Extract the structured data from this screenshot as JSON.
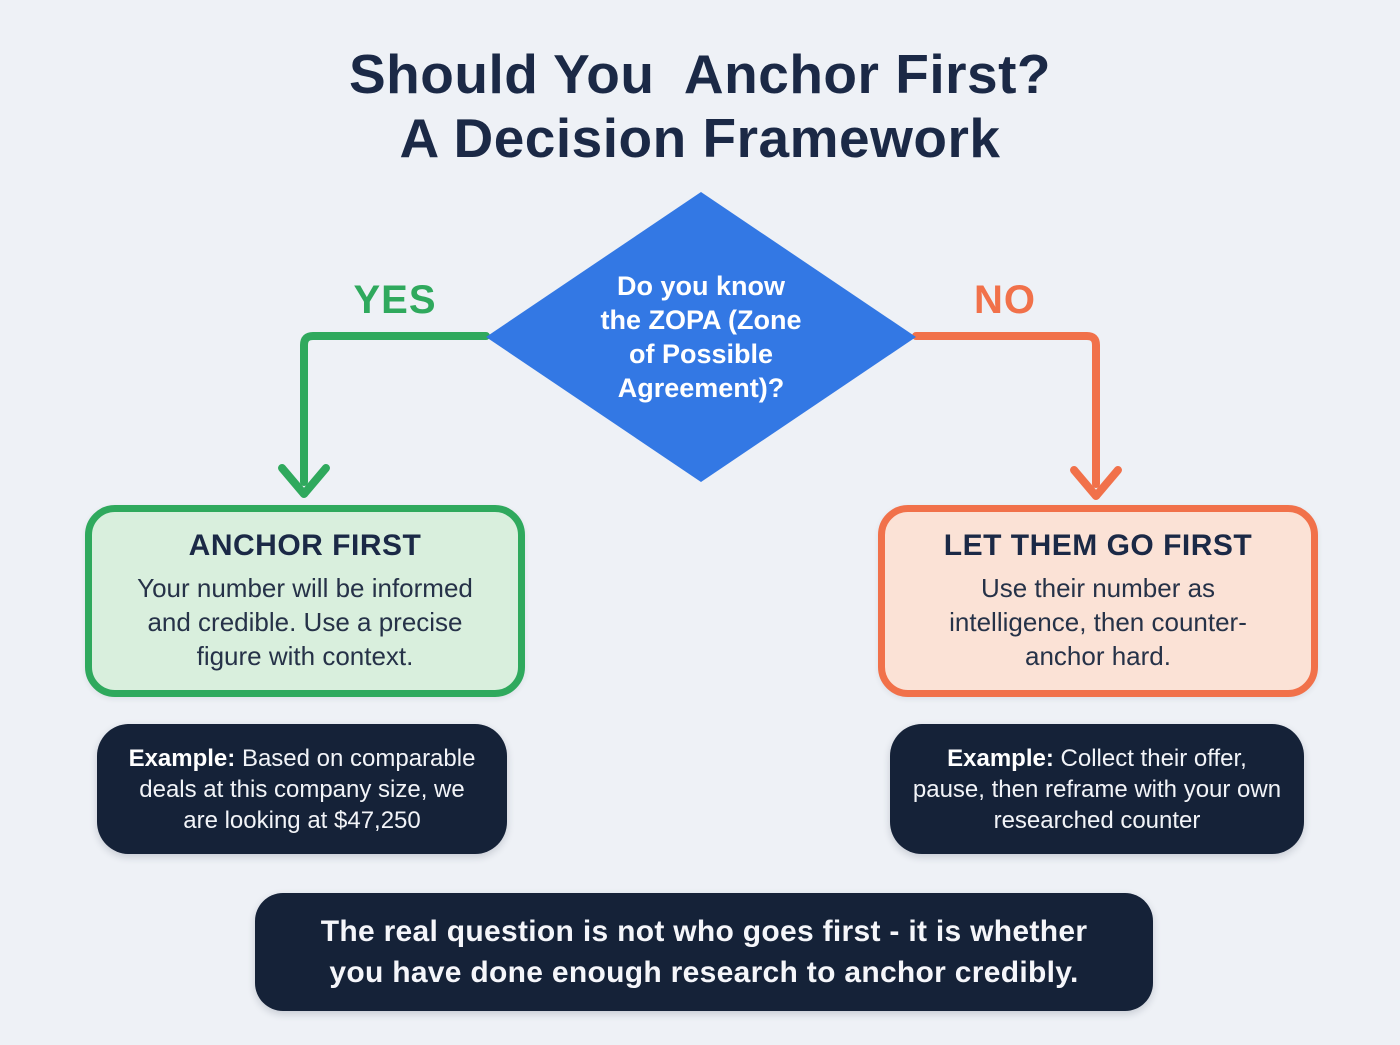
{
  "title": {
    "line1": "Should You  Anchor First?",
    "line2": "A Decision Framework"
  },
  "decision_node": {
    "question": "Do you know\nthe ZOPA (Zone\nof Possible\nAgreement)?"
  },
  "branch_yes": {
    "label": "YES",
    "box_title": "ANCHOR FIRST",
    "box_body": "Your number will be informed\nand credible. Use a precise\nfigure with context.",
    "example_label": "Example:",
    "example_text": " Based on comparable deals at this company size, we are looking at $47,250"
  },
  "branch_no": {
    "label": "NO",
    "box_title": "LET THEM GO FIRST",
    "box_body": "Use their number as\nintelligence, then counter-\nanchor hard.",
    "example_label": "Example:",
    "example_text": " Collect their offer, pause, then reframe with your own researched counter"
  },
  "footer": {
    "text": "The real question is not who goes first - it is whether\nyou have done enough research to anchor credibly."
  },
  "colors": {
    "background": "#eef1f6",
    "title_navy": "#1b2946",
    "diamond_blue": "#3378e4",
    "yes_green": "#2fa95d",
    "yes_box_fill": "#d9efdd",
    "no_orange": "#f1714a",
    "no_box_fill": "#fbe2d6",
    "dark_box_navy": "#152238",
    "text_white": "#ffffff"
  }
}
